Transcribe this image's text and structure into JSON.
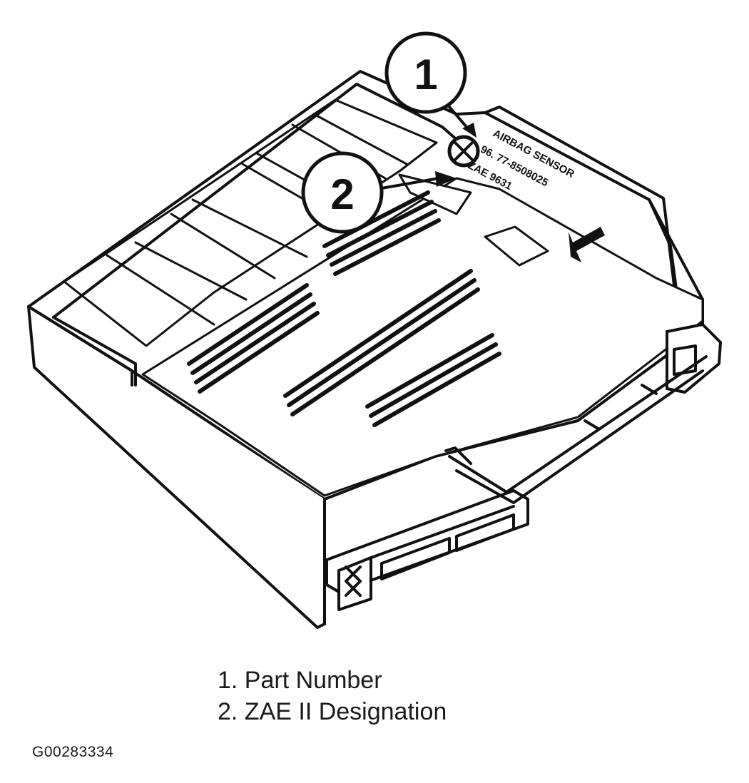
{
  "diagram": {
    "module_label": {
      "title": "AIRBAG SENSOR",
      "line1": "96. 77-8508025",
      "line2": "ZAE 9631"
    },
    "callouts": [
      {
        "number": "1"
      },
      {
        "number": "2"
      }
    ],
    "legend": [
      {
        "text": "1. Part Number"
      },
      {
        "text": "2. ZAE II Designation"
      }
    ],
    "figure_id": "G00283334",
    "colors": {
      "ink": "#111111",
      "paper": "#ffffff"
    }
  }
}
